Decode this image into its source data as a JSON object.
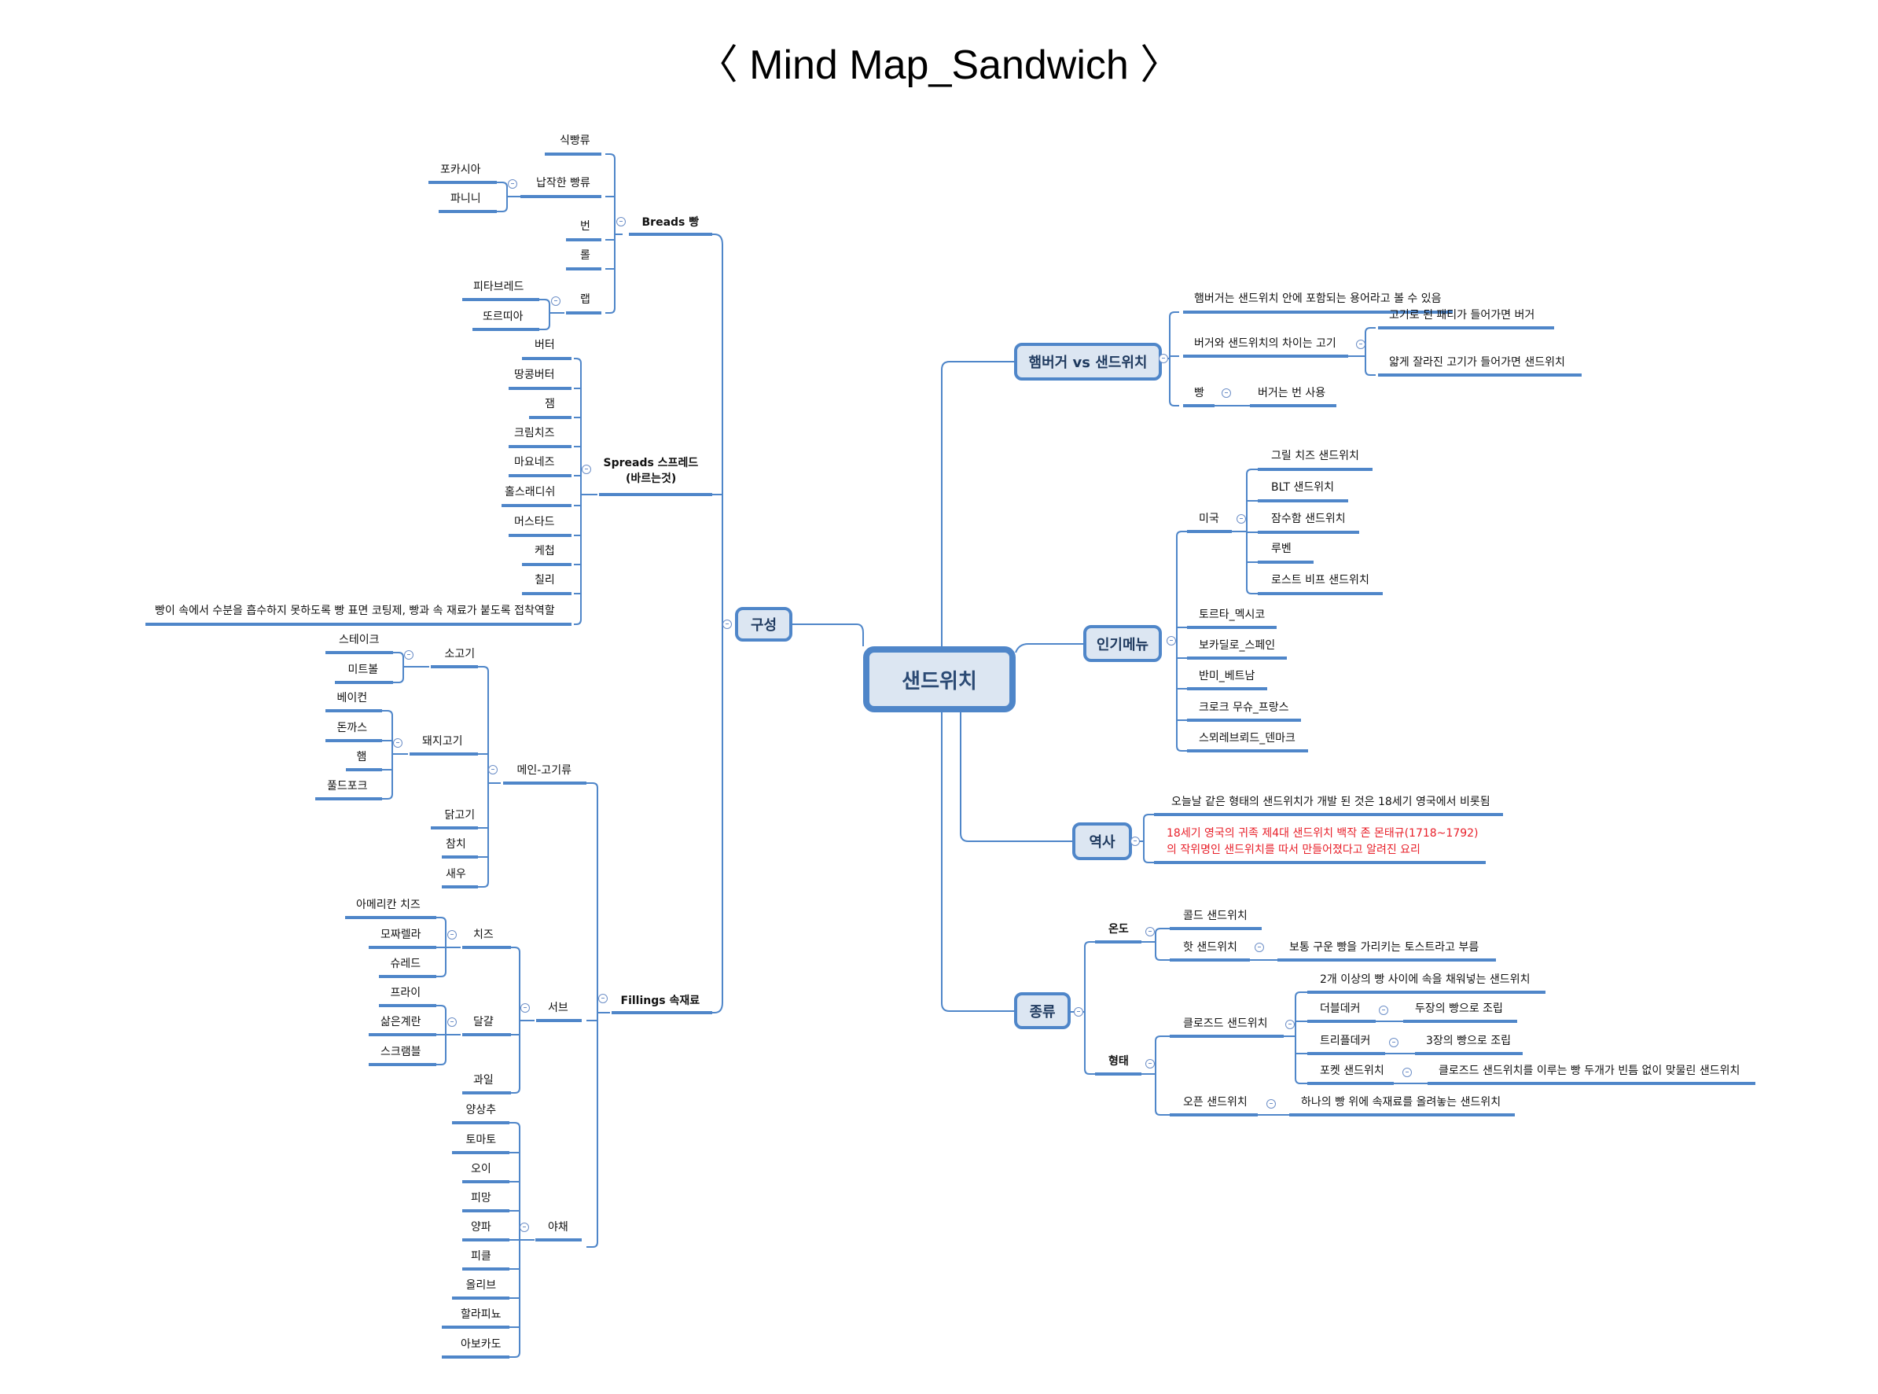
{
  "title": "〈 Mind Map_Sandwich 〉",
  "colors": {
    "line": "#4f86c9",
    "box_fill": "#dce6f2",
    "box_border": "#4f86c9",
    "red_text": "#e8202a"
  },
  "root": "샌드위치",
  "left": {
    "구성": {
      "label": "구성",
      "breads": {
        "label": "Breads 빵",
        "items": {
          "sikppang": "식빵류",
          "flat": {
            "label": "납작한 빵류",
            "children": [
              "포카시아",
              "파니니"
            ]
          },
          "bun": "번",
          "roll": "롤",
          "wrap": {
            "label": "랩",
            "children": [
              "피타브레드",
              "또르띠아"
            ]
          }
        }
      },
      "spreads": {
        "label_line1": "Spreads 스프레드",
        "label_line2": "(바르는것)",
        "items": [
          "버터",
          "땅콩버터",
          "잼",
          "크림치즈",
          "마요네즈",
          "홀스래디쉬",
          "머스타드",
          "케첩",
          "칠리",
          "빵이 속에서 수분을 흡수하지 못하도록 빵 표면 코팅제, 빵과 속 재료가 붙도록 접착역할"
        ]
      },
      "fillings": {
        "label": "Fillings 속재료",
        "main_meat": {
          "label": "메인-고기류",
          "beef": {
            "label": "소고기",
            "children": [
              "스테이크",
              "미트볼"
            ]
          },
          "pork": {
            "label": "돼지고기",
            "children": [
              "베이컨",
              "돈까스",
              "햄",
              "풀드포크"
            ]
          },
          "others": [
            "닭고기",
            "참치",
            "새우"
          ]
        },
        "sub": {
          "label": "서브",
          "cheese": {
            "label": "치즈",
            "children": [
              "아메리칸 치즈",
              "모짜렐라",
              "슈레드"
            ]
          },
          "egg": {
            "label": "달걀",
            "children": [
              "프라이",
              "삶은계란",
              "스크램블"
            ]
          },
          "fruit": "과일"
        },
        "veg": {
          "label": "야채",
          "children": [
            "양상추",
            "토마토",
            "오이",
            "피망",
            "양파",
            "피클",
            "올리브",
            "할라피뇨",
            "아보카도"
          ]
        }
      }
    }
  },
  "right": {
    "hamburger": {
      "label": "햄버거 vs 샌드위치",
      "items": {
        "term": "햄버거는 샌드위치 안에 포함되는 용어라고 볼 수 있음",
        "meat": {
          "label": "버거와 샌드위치의 차이는 고기",
          "children": [
            "고기로 된 패티가 들어가면 버거",
            "얇게 잘라진 고기가 들어가면 샌드위치"
          ]
        },
        "bread": {
          "label": "빵",
          "children": [
            "버거는 번 사용"
          ]
        }
      }
    },
    "popular": {
      "label": "인기메뉴",
      "usa": {
        "label": "미국",
        "children": [
          "그릴 치즈 샌드위치",
          "BLT 샌드위치",
          "잠수함 샌드위치",
          "루벤",
          "로스트 비프 샌드위치"
        ]
      },
      "others": [
        "토르타_멕시코",
        "보카딜로_스페인",
        "반미_베트남",
        "크로크 무슈_프랑스",
        "스뫼레브뢰드_덴마크"
      ]
    },
    "history": {
      "label": "역사",
      "line1": "오늘날 같은 형태의 샌드위치가 개발 된 것은 18세기 영국에서 비롯됨",
      "red_line1": "18세기 영국의 귀족 제4대 샌드위치 백작 존 몬태규(1718~1792)",
      "red_line2": "의 작위명인 샌드위치를 따서 만들어졌다고 알려진 요리"
    },
    "types": {
      "label": "종류",
      "temp": {
        "label": "온도",
        "cold": "콜드 샌드위치",
        "hot": {
          "label": "핫 샌드위치",
          "child": "보통 구운 빵을 가리키는 토스트라고 부름"
        }
      },
      "shape": {
        "label": "형태",
        "closed": {
          "label": "클로즈드 샌드위치",
          "desc": "2개 이상의 빵 사이에 속을 채워넣는 샌드위치",
          "double": {
            "label": "더블데커",
            "child": "두장의 빵으로 조립"
          },
          "triple": {
            "label": "트리플데커",
            "child": "3장의 빵으로 조립"
          },
          "pocket": {
            "label": "포켓 샌드위치",
            "child": "클로즈드 샌드위치를 이루는 빵 두개가 빈틈 없이 맞물린 샌드위치"
          }
        },
        "open": {
          "label": "오픈 샌드위치",
          "child": "하나의 빵 위에 속재료를 올려놓는 샌드위치"
        }
      }
    }
  }
}
